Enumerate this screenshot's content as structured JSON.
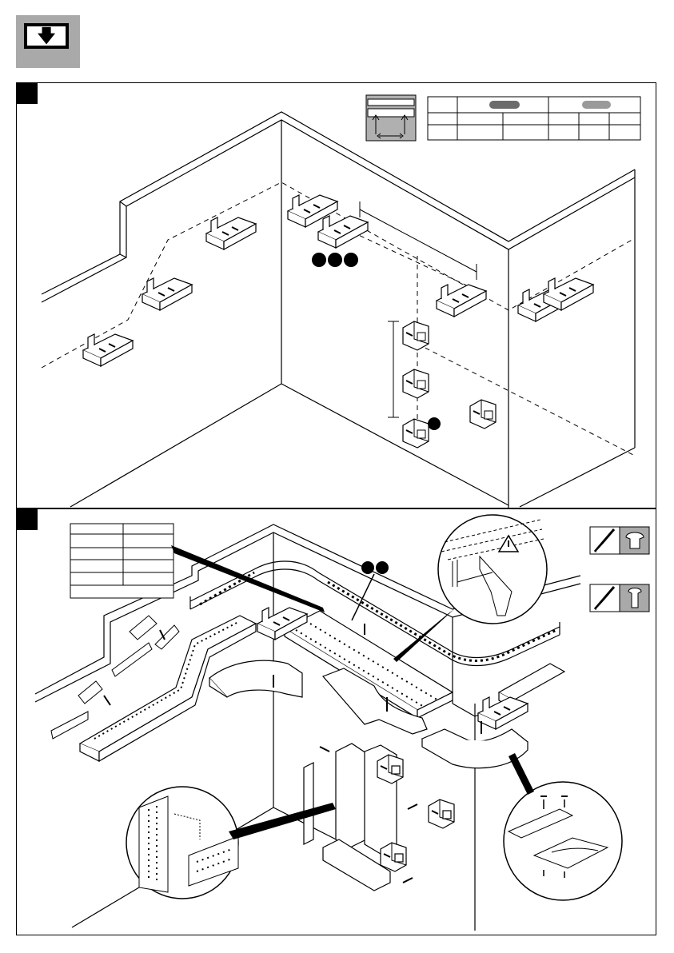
{
  "header": {
    "icon": "download-arrow-icon",
    "glyph": "🡇"
  },
  "steps": [
    {
      "id": "step-1",
      "marker": "filled-square"
    },
    {
      "id": "step-2",
      "marker": "filled-square"
    }
  ],
  "badges": {
    "step1_group_count": 3,
    "step1_single_count": 1,
    "step2_group_count": 2,
    "step2_warning_count": 1
  },
  "colors": {
    "ink": "#000000",
    "panel_grey": "#a9a9a9",
    "pill_grey": "#6b6b6b",
    "pill_light": "#9a9a9a",
    "paper": "#ffffff"
  }
}
